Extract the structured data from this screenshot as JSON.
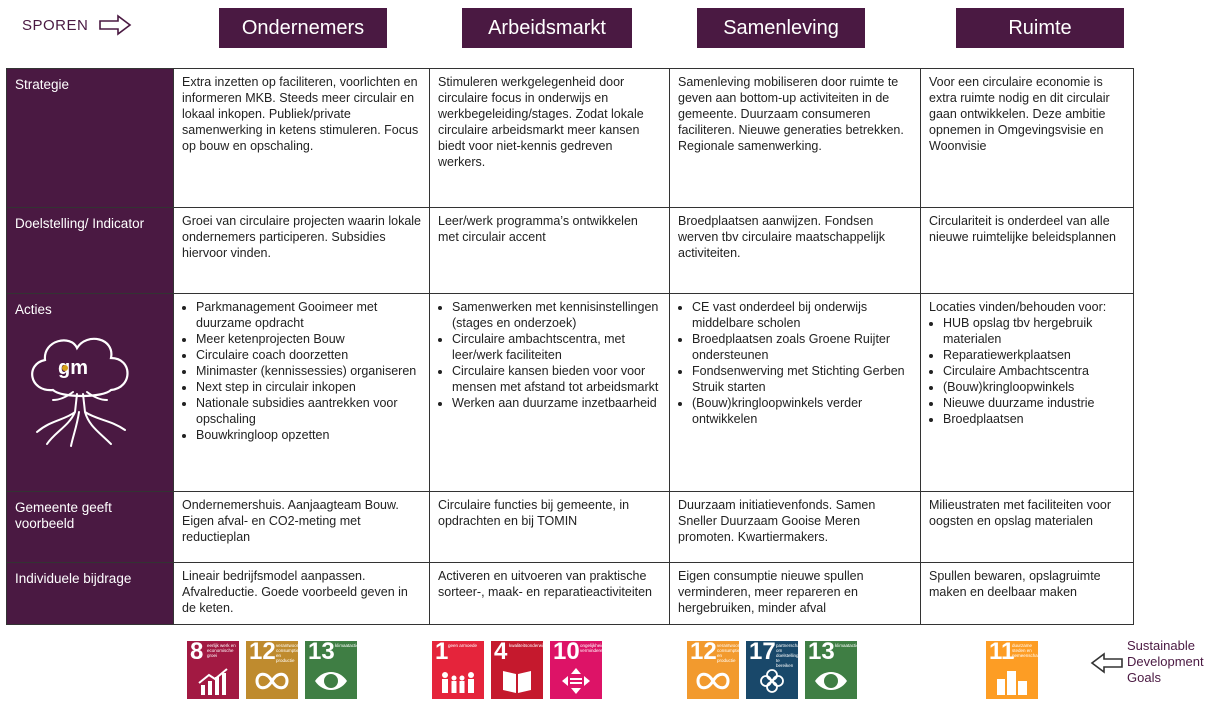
{
  "header": {
    "sporen_label": "SPOREN",
    "columns": [
      "Ondernemers",
      "Arbeidsmarkt",
      "Samenleving",
      "Ruimte"
    ]
  },
  "logo_text": "gm",
  "rows": [
    {
      "label": "Strategie",
      "cells": [
        "Extra inzetten op faciliteren, voorlichten en informeren MKB. Steeds meer circulair en lokaal inkopen. Publiek/private samenwerking in ketens stimuleren. Focus op bouw en opschaling.",
        "Stimuleren werkgelegenheid door circulaire focus in onderwijs en werkbegeleiding/stages. Zodat lokale circulaire arbeidsmarkt meer kansen biedt voor niet-kennis gedreven werkers.",
        "Samenleving mobiliseren door ruimte te geven aan bottom-up activiteiten in de gemeente. Duurzaam consumeren faciliteren. Nieuwe generaties betrekken. Regionale samenwerking.",
        "Voor een circulaire economie is extra ruimte nodig en dit circulair gaan ontwikkelen. Deze ambitie opnemen in Omgevingsvisie en Woonvisie"
      ]
    },
    {
      "label": "Doelstelling/ Indicator",
      "cells": [
        "Groei van circulaire projecten waarin lokale ondernemers participeren. Subsidies hiervoor vinden.",
        "Leer/werk programma’s ontwikkelen met circulair accent",
        "Broedplaatsen aanwijzen. Fondsen werven tbv circulaire maatschappelijk activiteiten.",
        "Circulariteit is onderdeel van alle nieuwe ruimtelijke beleidsplannen"
      ]
    },
    {
      "label": "Acties",
      "col1": [
        "Parkmanagement Gooimeer met duurzame opdracht",
        "Meer ketenprojecten Bouw",
        "Circulaire coach doorzetten",
        "Minimaster (kennissessies) organiseren",
        "Next step in circulair inkopen",
        "Nationale subsidies aantrekken voor opschaling",
        "Bouwkringloop opzetten"
      ],
      "col2": [
        "Samenwerken met kennisinstellingen (stages en onderzoek)",
        "Circulaire ambachtscentra, met leer/werk faciliteiten",
        "Circulaire kansen bieden voor voor mensen met afstand tot arbeidsmarkt",
        "Werken aan duurzame inzetbaarheid"
      ],
      "col3": [
        "CE vast onderdeel bij onderwijs middelbare scholen",
        "Broedplaatsen zoals Groene Ruijter ondersteunen",
        "Fondsenwerving met Stichting Gerben Struik starten",
        "(Bouw)kringloopwinkels verder ontwikkelen"
      ],
      "col4_intro": "Locaties vinden/behouden voor:",
      "col4": [
        "HUB opslag tbv hergebruik materialen",
        "Reparatiewerkplaatsen",
        "Circulaire Ambachtscentra",
        "(Bouw)kringloopwinkels",
        "Nieuwe duurzame industrie",
        "Broedplaatsen"
      ]
    },
    {
      "label": "Gemeente geeft voorbeeld",
      "cells": [
        "Ondernemershuis. Aanjaagteam Bouw. Eigen afval- en CO2-meting met reductieplan",
        "Circulaire functies bij gemeente, in opdrachten en bij TOMIN",
        "Duurzaam initiatievenfonds. Samen Sneller Duurzaam Gooise Meren promoten. Kwartiermakers.",
        "Milieustraten met faciliteiten voor oogsten en opslag materialen"
      ]
    },
    {
      "label": "Individuele bijdrage",
      "cells": [
        "Lineair bedrijfsmodel aanpassen. Afvalreductie. Goede voorbeeld geven in de keten.",
        "Activeren en uitvoeren van praktische sorteer-, maak- en reparatieactiviteiten",
        "Eigen consumptie nieuwe spullen verminderen, meer repareren en hergebruiken, minder afval",
        "Spullen bewaren, opslagruimte maken en deelbaar maken"
      ]
    }
  ],
  "sdg_icons": [
    {
      "number": "8",
      "label": "eerlijk werk en economische groei",
      "color": "#A21942",
      "icon": "growth-chart-icon"
    },
    {
      "number": "12",
      "label": "verantwoorde consumptie en productie",
      "color": "#BF8B2E",
      "icon": "infinity-icon"
    },
    {
      "number": "13",
      "label": "klimaatactie",
      "color": "#3F7E44",
      "icon": "eye-globe-icon"
    },
    {
      "number": "1",
      "label": "geen armoede",
      "color": "#E5243B",
      "icon": "family-icon"
    },
    {
      "number": "4",
      "label": "kwaliteitsonderwijs",
      "color": "#C5192D",
      "icon": "book-icon"
    },
    {
      "number": "10",
      "label": "ongelijkheid verminderen",
      "color": "#DD1367",
      "icon": "equality-arrows-icon"
    },
    {
      "number": "12",
      "label": "verantwoorde consumptie en productie",
      "color": "#F29A2E",
      "icon": "infinity-icon"
    },
    {
      "number": "17",
      "label": "partnerschap om doelstellingen te bereiken",
      "color": "#19486A",
      "icon": "flower-rings-icon"
    },
    {
      "number": "13",
      "label": "klimaatactie",
      "color": "#3F7E44",
      "icon": "eye-globe-icon"
    },
    {
      "number": "11",
      "label": "duurzame steden en gemeenschappen",
      "color": "#FD9D24",
      "icon": "city-icon"
    }
  ],
  "sdg_caption": {
    "line1": "Sustainable",
    "line2": "Development",
    "line3": "Goals"
  },
  "colors": {
    "brand_purple": "#4a1942"
  }
}
